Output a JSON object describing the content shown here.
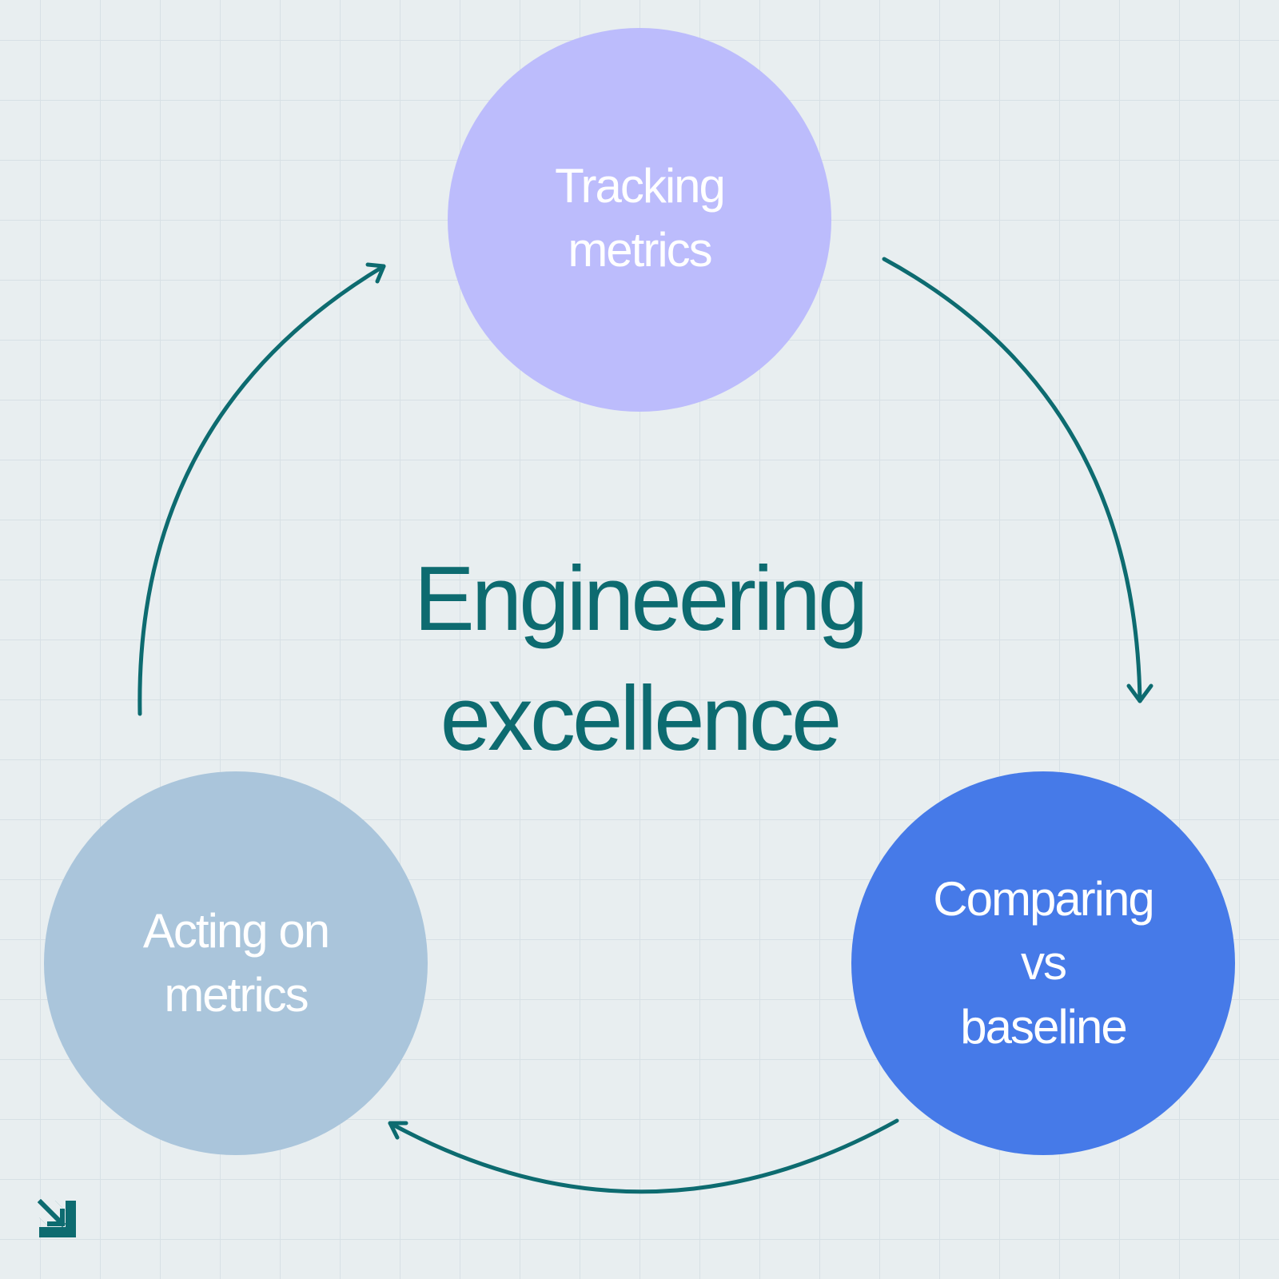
{
  "title": "Engineering\nexcellence",
  "nodes": [
    {
      "id": "tracking",
      "label": "Tracking\nmetrics",
      "color": "#bcbcfc"
    },
    {
      "id": "comparing",
      "label": "Comparing\nvs\nbaseline",
      "color": "#467ae8"
    },
    {
      "id": "acting",
      "label": "Acting on\nmetrics",
      "color": "#aac5db"
    }
  ],
  "colors": {
    "background": "#e8eef0",
    "grid": "#d7e0e5",
    "accent": "#0d6b70",
    "label_text": "#ffffff"
  },
  "icons": {
    "logo": "arrow-down-right-icon"
  }
}
